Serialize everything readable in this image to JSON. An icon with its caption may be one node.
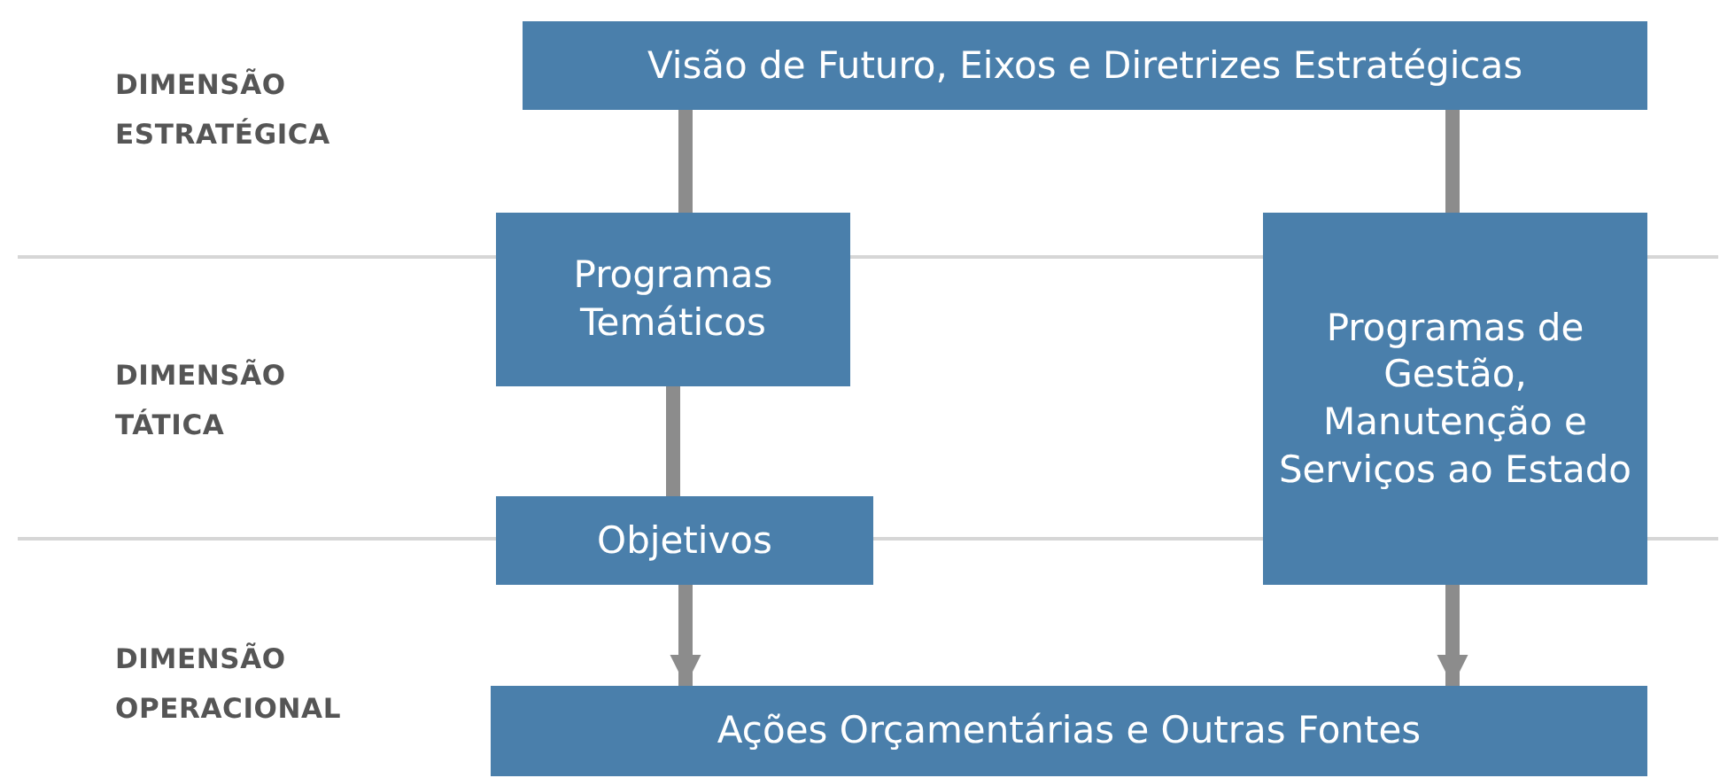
{
  "diagram": {
    "nodes": [
      {
        "text": [
          "Visão de Futuro, Eixos e Diretrizes Estratégicas"
        ]
      },
      {
        "text": [
          "Programas Temáticos"
        ]
      },
      {
        "text": [
          "Objetivos"
        ]
      },
      {
        "text": [
          "Programas de Gestão, Manutenção e Serviços ao Estado"
        ]
      },
      {
        "text": [
          "Ações Orçamentárias e Outras Fontes"
        ]
      }
    ],
    "edges": [
      {
        "from": 0,
        "to": 1,
        "arrow": "none"
      },
      {
        "from": 1,
        "to": 2,
        "arrow": "none"
      },
      {
        "from": 2,
        "to": 4,
        "arrow": "to"
      },
      {
        "from": 0,
        "to": 3,
        "arrow": "none"
      },
      {
        "from": 3,
        "to": 4,
        "arrow": "to"
      }
    ],
    "labels": [
      "DIMENSÃO ESTRATÉGICA",
      "DIMENSÃO TÁTICA",
      "DIMENSÃO OPERACIONAL"
    ]
  }
}
